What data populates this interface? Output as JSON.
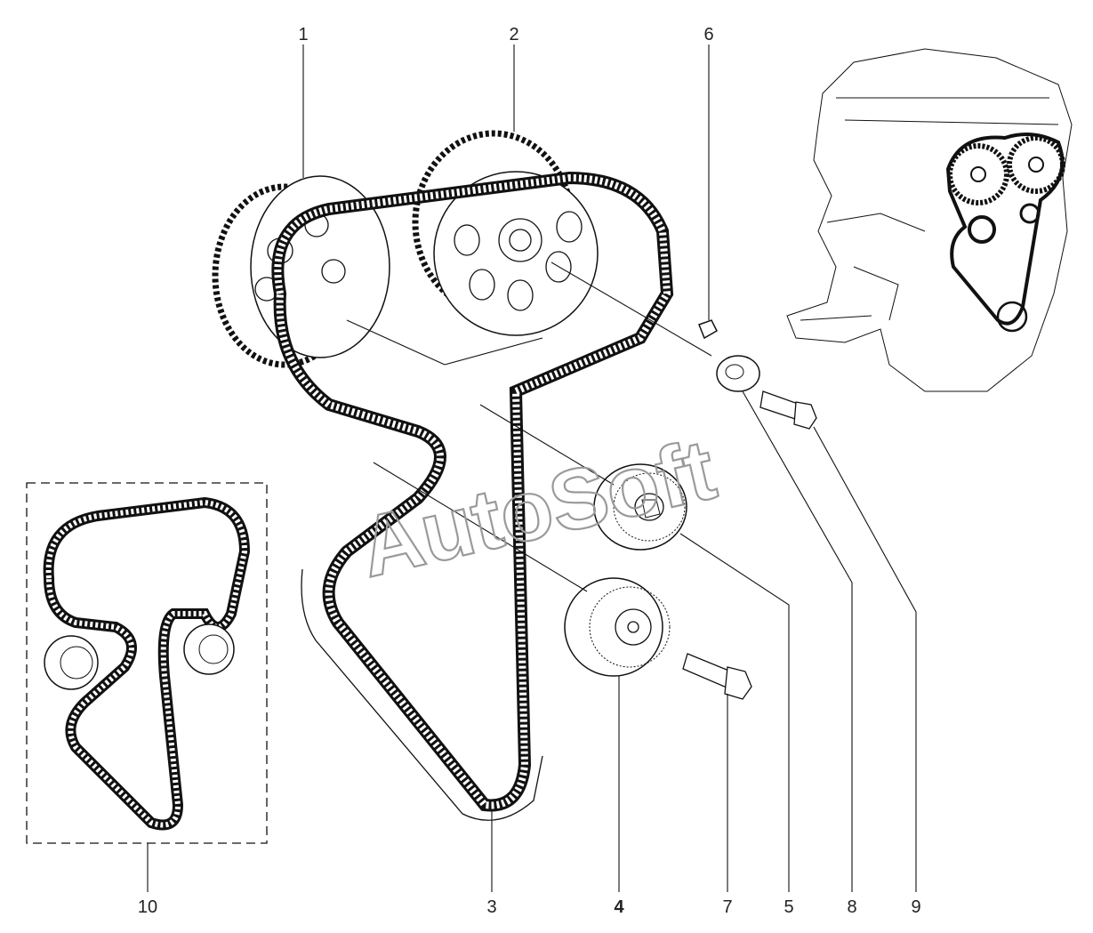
{
  "callouts": [
    "1",
    "2",
    "6",
    "10",
    "3",
    "4",
    "7",
    "5",
    "8",
    "9"
  ],
  "watermark": "AutoSoft"
}
